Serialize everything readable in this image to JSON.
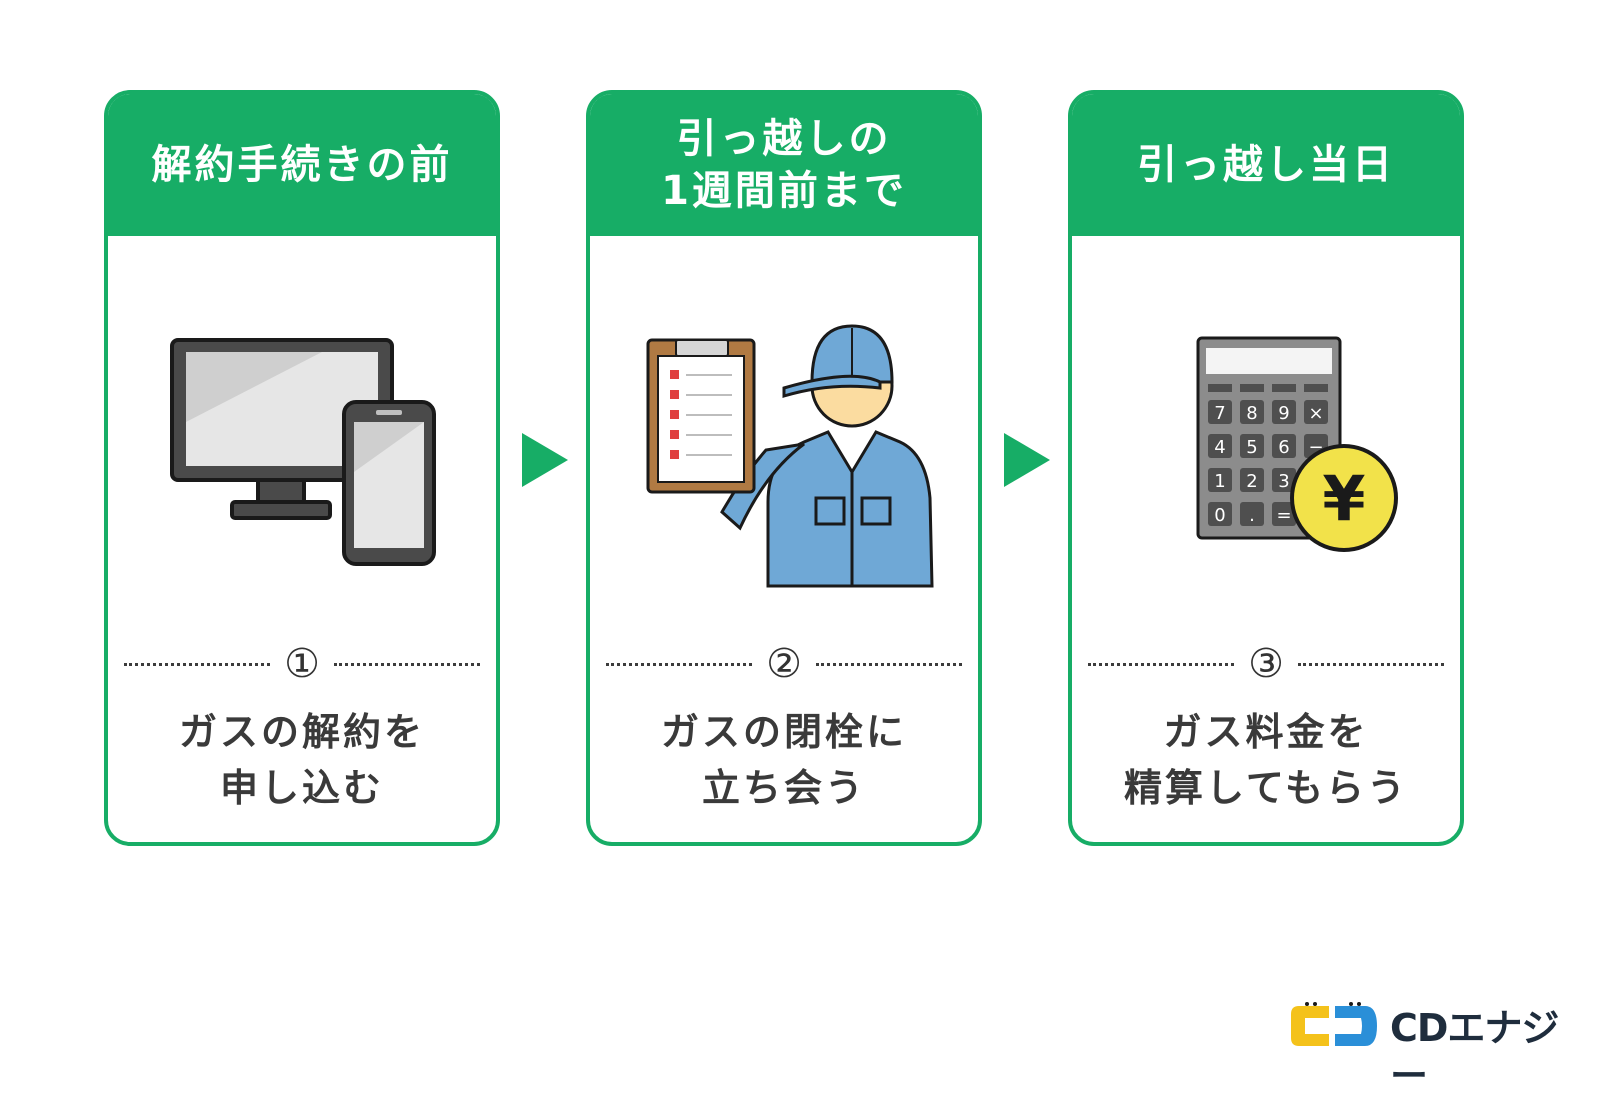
{
  "steps": [
    {
      "header": "解約手続きの前",
      "number": "①",
      "text": "ガスの解約を\n申し込む",
      "illustration": "computer-and-smartphone-icon"
    },
    {
      "header": "引っ越しの\n1週間前まで",
      "number": "②",
      "text": "ガスの閉栓に\n立ち会う",
      "illustration": "gas-worker-with-checklist-icon"
    },
    {
      "header": "引っ越し当日",
      "number": "③",
      "text": "ガス料金を\n精算してもらう",
      "illustration": "calculator-with-yen-coin-icon"
    }
  ],
  "calculator_keys": [
    "7",
    "8",
    "9",
    "×",
    "4",
    "5",
    "6",
    "−",
    "1",
    "2",
    "3",
    "+",
    "0",
    ".",
    "=",
    "÷"
  ],
  "coin_symbol": "¥",
  "brand": {
    "name": "CDエナジー"
  },
  "colors": {
    "accent": "#17ad66",
    "coin": "#f2e24a",
    "uniform": "#6fa8d6",
    "skin": "#fbdca0",
    "clipboard": "#b07a43"
  }
}
